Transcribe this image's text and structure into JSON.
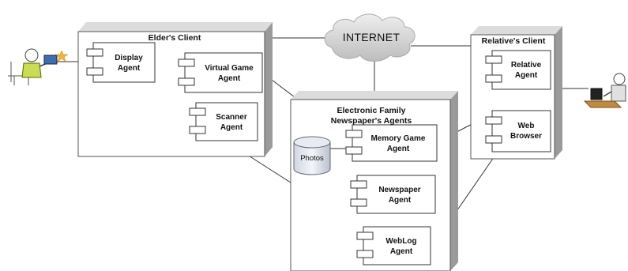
{
  "internet": {
    "label": "INTERNET"
  },
  "nodes": {
    "elder": {
      "title": "Elder's Client"
    },
    "family": {
      "title_line1": "Electronic Family",
      "title_line2": "Newspaper's Agents"
    },
    "relative": {
      "title": "Relative's Client"
    }
  },
  "components": {
    "display_agent": {
      "line1": "Display",
      "line2": "Agent"
    },
    "virtual_game_agent": {
      "line1": "Virtual Game",
      "line2": "Agent"
    },
    "scanner_agent": {
      "line1": "Scanner",
      "line2": "Agent"
    },
    "memory_game_agent": {
      "line1": "Memory Game",
      "line2": "Agent"
    },
    "newspaper_agent": {
      "line1": "Newspaper",
      "line2": "Agent"
    },
    "weblog_agent": {
      "line1": "WebLog",
      "line2": "Agent"
    },
    "relative_agent": {
      "line1": "Relative",
      "line2": "Agent"
    },
    "web_browser": {
      "line1": "Web",
      "line2": "Browser"
    }
  },
  "database": {
    "label": "Photos"
  },
  "icons": {
    "elder_user": "elderly-person-with-tablet-icon",
    "relative_user": "person-at-computer-icon"
  },
  "colors": {
    "node_face": "#ffffff",
    "node_side": "#9a9a9a",
    "node_top": "#dcdcdc",
    "cloud": "#d8d8d8",
    "line": "#333333"
  }
}
